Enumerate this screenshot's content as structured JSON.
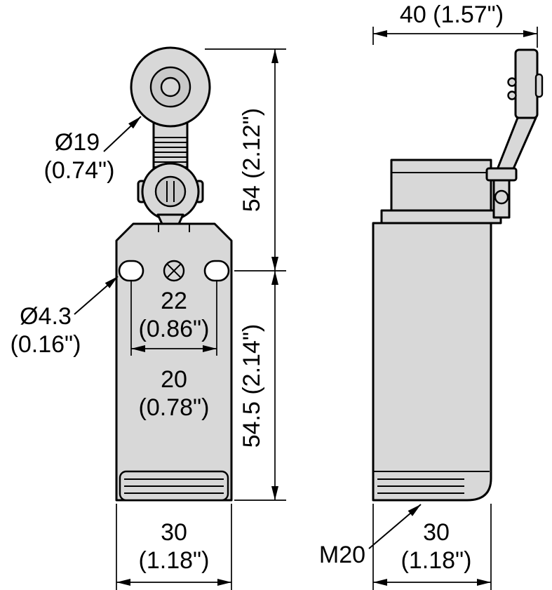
{
  "drawing": {
    "type": "limit-switch-dimension-drawing",
    "front_view": {
      "roller_diameter": {
        "mm": "Ø19",
        "inch": "(0.74\")"
      },
      "lever_height": "54 (2.12\")",
      "body_height": "54.5 (2.14\")",
      "mounting_hole_diameter": {
        "mm": "Ø4.3",
        "inch": "(0.16\")"
      },
      "hole_spacing": {
        "mm": "22",
        "inch": "(0.86\")"
      },
      "slot_spacing": {
        "mm": "20",
        "inch": "(0.78\")"
      },
      "body_width": {
        "mm": "30",
        "inch": "(1.18\")"
      }
    },
    "side_view": {
      "overall_depth": "40 (1.57\")",
      "conduit_thread": "M20",
      "body_depth": {
        "mm": "30",
        "inch": "(1.18\")"
      }
    }
  },
  "colors": {
    "object_fill": "#d8d8d8",
    "object_fill_dark": "#c9c9c9",
    "line_color": "#000000",
    "bg_color": "#ffffff"
  }
}
